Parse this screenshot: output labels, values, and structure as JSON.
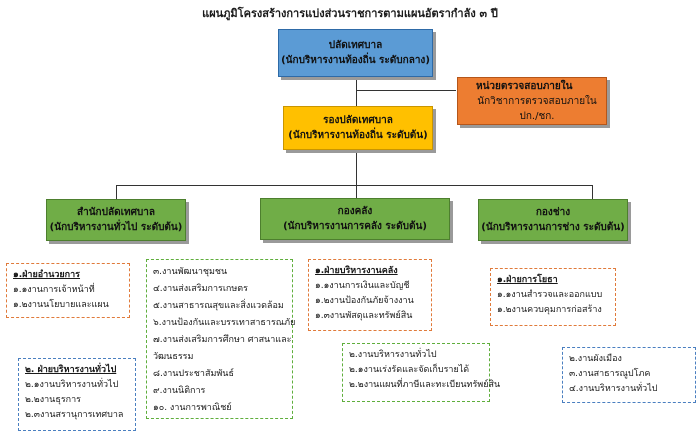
{
  "title": "แผนภูมิโครงสร้างการแบ่งส่วนราชการตามแผนอัตรากำลัง ๓ ปี",
  "top": {
    "name": "ปลัดเทศบาล",
    "level": "(นักบริหารงานท้องถิ่น ระดับกลาง)"
  },
  "audit": {
    "name": "หน่วยตรวจสอบภายใน",
    "level": "นักวิชาการตรวจสอบภายใน ปก./ชก."
  },
  "deputy": {
    "name": "รองปลัดเทศบาล",
    "level": "(นักบริหารงานท้องถิ่น ระดับต้น)"
  },
  "divisions": [
    {
      "name": "สำนักปลัดเทศบาล",
      "level": "(นักบริหารงานทั่วไป ระดับต้น)"
    },
    {
      "name": "กองคลัง",
      "level": "(นักบริหารงานการคลัง ระดับต้น)"
    },
    {
      "name": "กองช่าง",
      "level": "(นักบริหารงานการช่าง ระดับต้น)"
    }
  ],
  "units": {
    "admin": {
      "head": "๑.ฝ่ายอำนวยการ",
      "items": [
        "๑.๑งานการเจ้าหน้าที่",
        "๑.๒งานนโยบายและแผน"
      ]
    },
    "general": {
      "head": "๒. ฝ่ายบริหารงานทั่วไป",
      "items": [
        "๒.๑งานบริหารงานทั่วไป",
        "๒.๒งานธุรการ",
        "๒.๓งานสรานุการเทศบาล"
      ]
    },
    "palat_tasks": {
      "items": [
        "๓.งานพัฒนาชุมชน",
        "๔.งานส่งเสริมการเกษตร",
        "๕.งานสาธารณสุขและสิ่งแวดล้อม",
        "๖.งานป้องกันและบรรเทาสาธารณภัย",
        "๗.งานส่งเสริมการศึกษา ศาสนาและ",
        "วัฒนธรรม",
        "๘.งานประชาสัมพันธ์",
        "๙.งานนิติการ",
        "๑๐. งานการพาณิชย์"
      ]
    },
    "finance_admin": {
      "head": "๑.ฝ่ายบริหารงานคลัง",
      "items": [
        "๑.๑งานการเงินและบัญชี",
        "๑.๒งานป้องกันภัยจ้างงาน",
        "๑.๓งานพัสดุและทรัพย์สิน"
      ]
    },
    "finance_general": {
      "head": "๒.งานบริหารงานทั่วไป",
      "items": [
        "๒.๑งานเร่งรัดและจัดเก็บรายได้",
        "๒.๒งานแผนที่ภาษีและทะเบียนทรัพย์สิน"
      ]
    },
    "engineering": {
      "head": "๑.ฝ่ายการโยธา",
      "items": [
        "๑.๑งานสำรวจและออกแบบ",
        "๑.๒งานควบคุมการก่อสร้าง"
      ]
    },
    "engineering_tasks": {
      "items": [
        "๒.งานผังเมือง",
        "๓.งานสาธารณูปโภค",
        "๔.งานบริหารงานทั่วไป"
      ]
    }
  }
}
